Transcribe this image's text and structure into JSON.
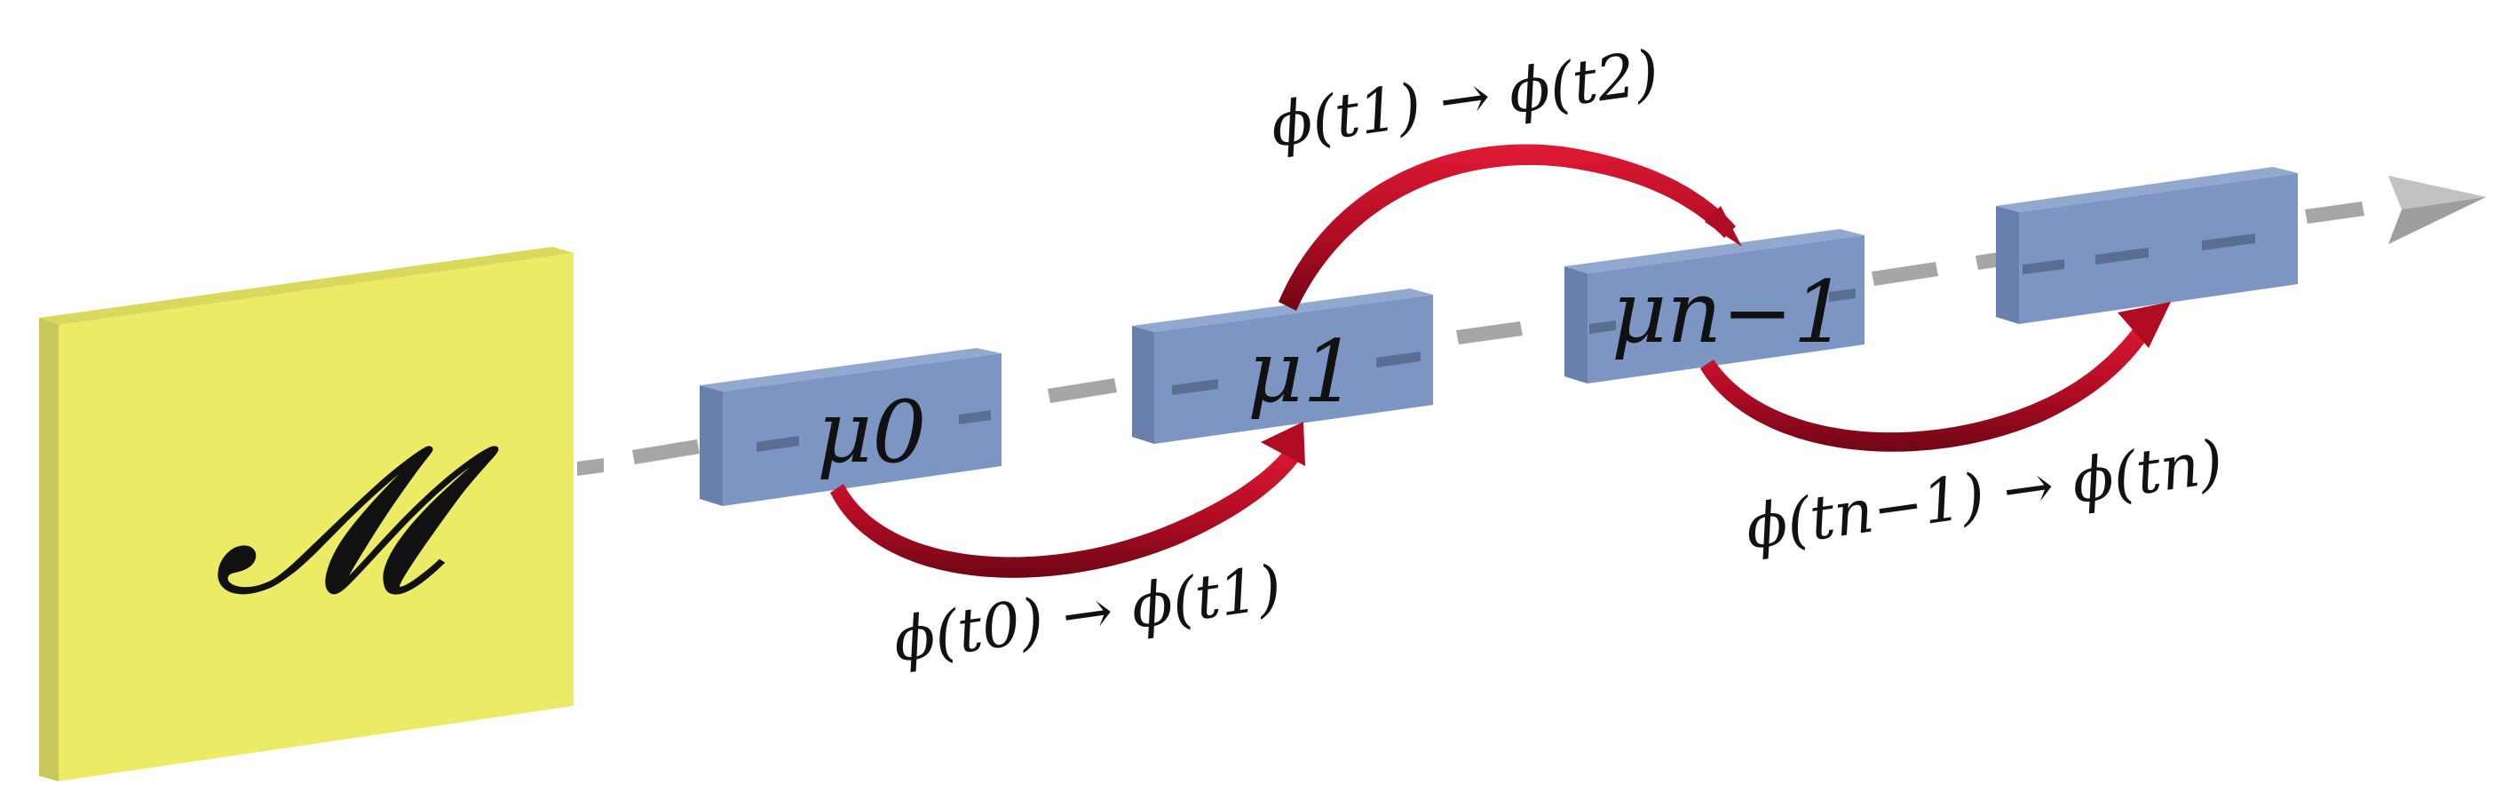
{
  "manifold": {
    "label": "𝓜",
    "front_color": "#ebeb66",
    "side_color": "#c8c85a",
    "top_color": "#d9d95e"
  },
  "blocks": [
    {
      "label": "μ0"
    },
    {
      "label": "μ1"
    },
    {
      "label": "μn−1"
    },
    {
      "label": ""
    }
  ],
  "block_colors": {
    "front": "#7d95c2",
    "side": "#6a80ac",
    "top": "#93a8d0",
    "dash": "#5a6d93"
  },
  "transitions": [
    {
      "label": "ϕ(t0) → ϕ(t1)",
      "placement": "below"
    },
    {
      "label": "ϕ(t1) → ϕ(t2)",
      "placement": "above"
    },
    {
      "label": "ϕ(tn−1) → ϕ(tn)",
      "placement": "below"
    }
  ],
  "arrow_color": "#c8102e",
  "arrow_dark": "#8a0a1e",
  "axis_color": "#a6a6a6"
}
